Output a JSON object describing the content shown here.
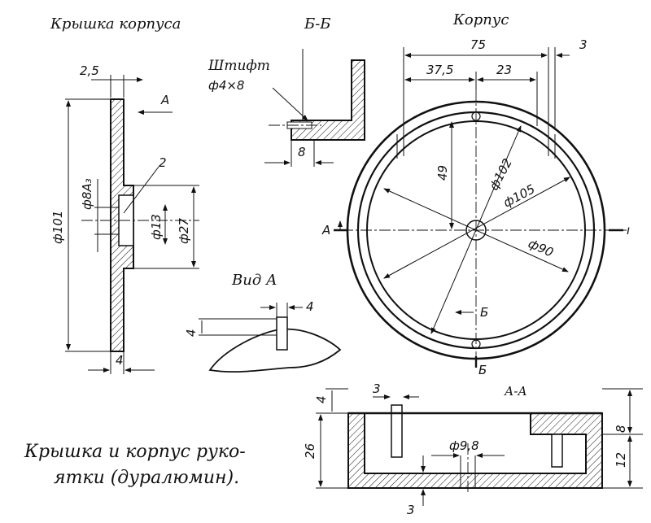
{
  "titles": {
    "cover": "Крышка корпуса",
    "section_bb": "Б-Б",
    "body": "Корпус",
    "view_a": "Вид А",
    "section_aa": "А-А"
  },
  "caption": {
    "line1": "Крышка и корпус руко-",
    "line2": "ятки (дуралюмин)."
  },
  "cover": {
    "dim_2_5": "2,5",
    "arrow_a": "А",
    "label_2": "2",
    "dim_101": "ф101",
    "dim_8a3": "ф8А₃",
    "dim_13": "ф13",
    "dim_27": "ф27",
    "dim_4": "4"
  },
  "section_bb": {
    "pin_label": "Штифт",
    "pin_size": "ф4×8",
    "dim_8": "8"
  },
  "body_view": {
    "dim_75": "75",
    "dim_3": "3",
    "dim_37_5": "37,5",
    "dim_23": "23",
    "dim_49": "49",
    "dim_102": "ф102",
    "dim_105": "ф105",
    "dim_90": "ф90",
    "cut_a_left": "А",
    "cut_a_right": "ı",
    "cut_b_mid": "Б",
    "cut_b_bottom": "Б"
  },
  "view_a": {
    "dim_4_top": "4",
    "dim_4_side": "4"
  },
  "section_aa": {
    "dim_4": "4",
    "dim_3_top": "3",
    "dim_26": "26",
    "dim_9_8": "ф9,8",
    "dim_8": "8",
    "dim_12": "12",
    "dim_3_bottom": "3"
  }
}
